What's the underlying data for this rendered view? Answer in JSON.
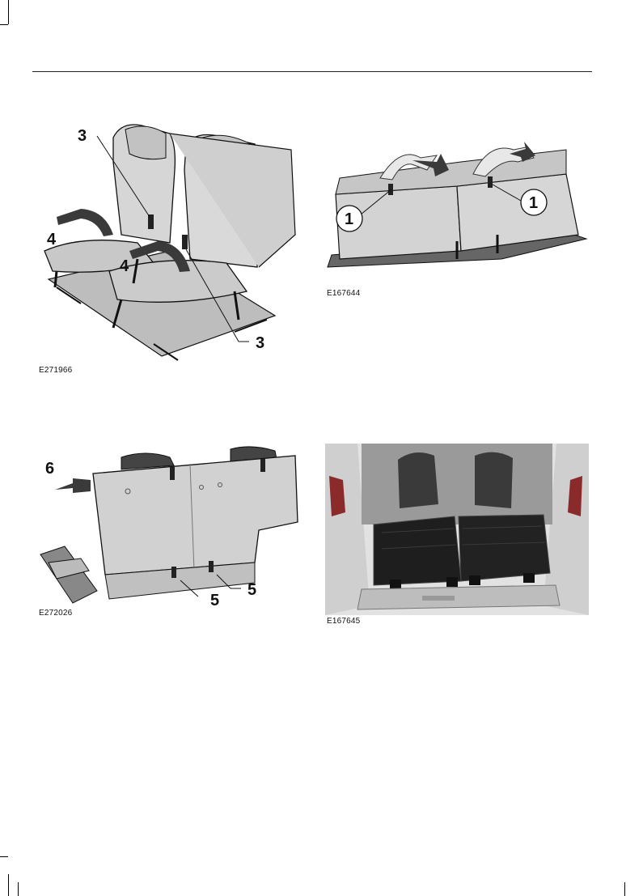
{
  "figures": [
    {
      "code": "E271966",
      "callouts": [
        "3",
        "4",
        "4",
        "3"
      ]
    },
    {
      "code": "E167644",
      "callouts": [
        "1",
        "1"
      ]
    },
    {
      "code": "E272026",
      "callouts": [
        "6",
        "5",
        "5"
      ]
    },
    {
      "code": "E167645",
      "callouts": []
    }
  ],
  "colors": {
    "seat_fill": "#d4d4d4",
    "seat_shadow": "#8a8a8a",
    "panel_dark": "#222222",
    "arrow_dark": "#3a3a3a",
    "line": "#111111"
  }
}
